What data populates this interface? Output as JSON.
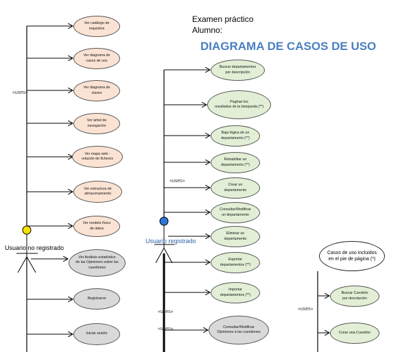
{
  "header": {
    "exam_line": "Examen práctico",
    "student_line": "Alumno:",
    "title": "DIAGRAMA DE CASOS DE USO"
  },
  "actors": {
    "unregistered": {
      "label": "Usuario no registrado",
      "head_color": "#f5e100"
    },
    "registered": {
      "label": "Usuario registrado",
      "head_color": "#2e75d6"
    }
  },
  "uses_labels": {
    "left": "«uses»",
    "middle_top": "«uses»",
    "middle_bottom_1": "«uses»",
    "middle_bottom_2": "«uses»",
    "right": "«uses»"
  },
  "left_use_cases": [
    {
      "text": "Ver catálogo de\nrequisitos"
    },
    {
      "text": "Ver diagrama de\ncasos de uso"
    },
    {
      "text": "Ver diagrama de\nclases"
    },
    {
      "text": "Ver árbol de\nnavegación"
    },
    {
      "text": "Ver mapa web -\nrelación de ficheros"
    },
    {
      "text": "Ver estructura de\nalmacenamiento"
    },
    {
      "text": "Ver modelo físico\nde datos"
    },
    {
      "text": "Ver Análisis estadístico\nde las Opiniones sobre las\ncuestiones"
    },
    {
      "text": "Registrarse"
    },
    {
      "text": "Iniciar sesión"
    }
  ],
  "middle_use_cases": [
    {
      "text": "Buscar departamentos\npor descripción"
    },
    {
      "text": "Paginar los\nresultados de la búsqueda (**)"
    },
    {
      "text": "Baja lógica de un\ndepartamento (**)"
    },
    {
      "text": "Rehabilitar un\ndepartamento (**)"
    },
    {
      "text": "Crear un\ndepartamento"
    },
    {
      "text": "Consultar/Modificar\nun departamento"
    },
    {
      "text": "Eliminar un\ndepartamento"
    },
    {
      "text": "Exportar\ndepartamentos (**)"
    },
    {
      "text": "Importar\ndepartamentos (**)"
    },
    {
      "text": "Consultar/Modificar\nOpiniones a las cuestiones"
    }
  ],
  "right_use_cases": [
    {
      "text": "Casos de uso incluidos\nen el pie de página (*)"
    },
    {
      "text": "Buscar Cuestión\npor descripción"
    },
    {
      "text": "Crear una Cuestión"
    }
  ]
}
